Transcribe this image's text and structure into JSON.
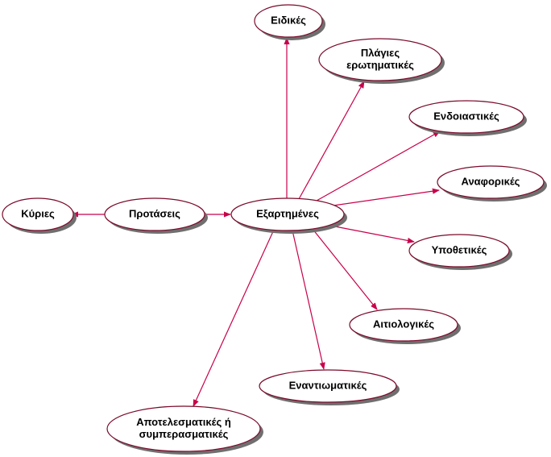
{
  "diagram": {
    "accent_color": "#c8004a",
    "outline_color": "#7a0a2a",
    "nodes": {
      "kyries": [
        "Κύριες"
      ],
      "protaseis": [
        "Προτάσεις"
      ],
      "eksartimenes": [
        "Εξαρτημένες"
      ],
      "eidikes": [
        "Ειδικές"
      ],
      "plagies": [
        "Πλάγιες",
        "ερωτηματικές"
      ],
      "endoiastikes": [
        "Ενδοιαστικές"
      ],
      "anaforikes": [
        "Αναφορικές"
      ],
      "ypothetikes": [
        "Υποθετικές"
      ],
      "aitiologikes": [
        "Αιτιολογικές"
      ],
      "enantiomatikes": [
        "Εναντιωματικές"
      ],
      "apotelesmatikes": [
        "Αποτελεσματικές ή",
        "συμπερασματικές"
      ]
    },
    "edges": [
      [
        "protaseis",
        "kyries"
      ],
      [
        "protaseis",
        "eksartimenes"
      ],
      [
        "eksartimenes",
        "eidikes"
      ],
      [
        "eksartimenes",
        "plagies"
      ],
      [
        "eksartimenes",
        "endoiastikes"
      ],
      [
        "eksartimenes",
        "anaforikes"
      ],
      [
        "eksartimenes",
        "ypothetikes"
      ],
      [
        "eksartimenes",
        "aitiologikes"
      ],
      [
        "eksartimenes",
        "enantiomatikes"
      ],
      [
        "eksartimenes",
        "apotelesmatikes"
      ]
    ]
  }
}
